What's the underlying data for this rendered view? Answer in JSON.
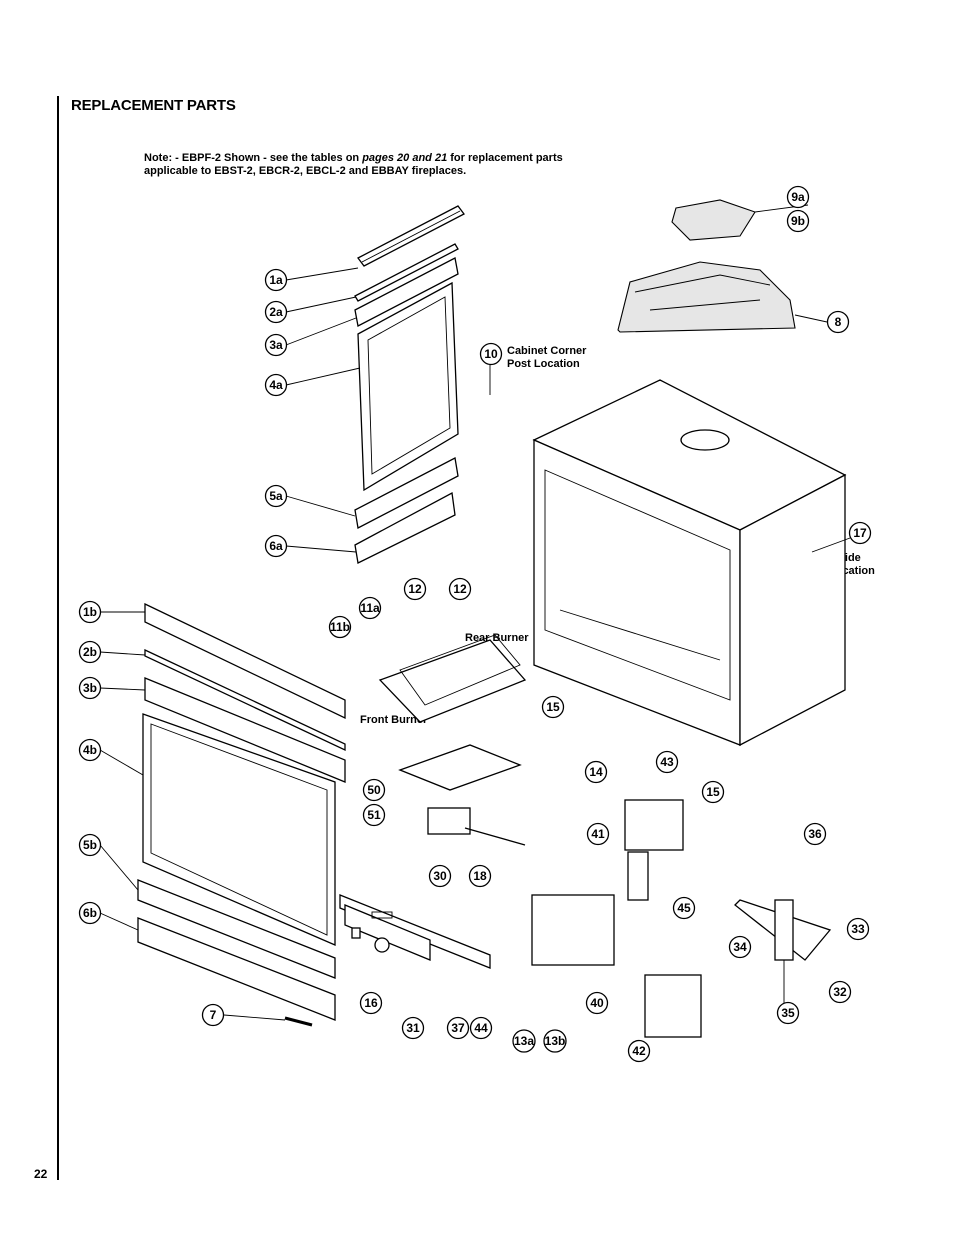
{
  "heading": "REPLACEMENT PARTS",
  "note": {
    "prefix": "Note: - EBPF-2 Shown - see the tables on ",
    "emphasis": "pages 20 and 21",
    "suffix": "  for replacement parts applicable to EBST-2, EBCR-2, EBCL-2 and EBBAY fireplaces."
  },
  "labels": {
    "cabinet_corner": "Cabinet Corner",
    "post_location": "Post Location",
    "rear_burner": "Rear Burner",
    "front_burner": "Front Burner",
    "inside": "Inside",
    "location": "Location"
  },
  "callouts": [
    "1a",
    "2a",
    "3a",
    "4a",
    "5a",
    "6a",
    "9a",
    "9b",
    "8",
    "10",
    "17",
    "12",
    "12",
    "11a",
    "11b",
    "1b",
    "2b",
    "3b",
    "4b",
    "5b",
    "6b",
    "7",
    "15",
    "15",
    "14",
    "43",
    "50",
    "51",
    "41",
    "36",
    "30",
    "18",
    "45",
    "33",
    "34",
    "32",
    "35",
    "40",
    "16",
    "31",
    "37",
    "44",
    "13a",
    "13b",
    "42"
  ],
  "page_number": "22"
}
